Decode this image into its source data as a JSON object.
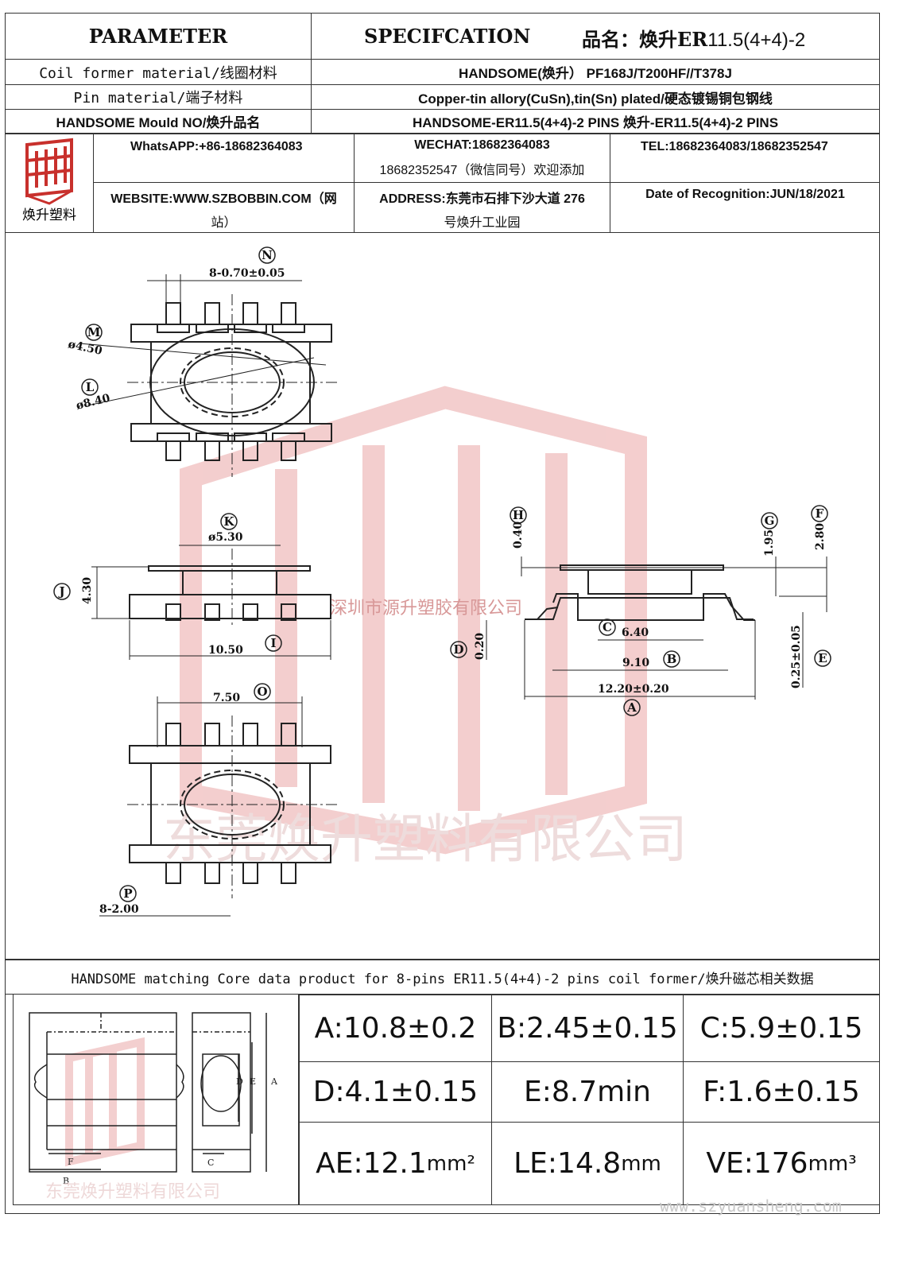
{
  "header": {
    "parameter": "PARAMETER",
    "specification": "SPECIFCATION",
    "product_name_label": "品名：焕升",
    "product_name_er": "ER",
    "product_name_value": "11.5(4+4)-2"
  },
  "spec_rows": [
    {
      "label": "Coil former material/线圈材料",
      "value": "HANDSOME(焕升）  PF168J/T200HF//T378J"
    },
    {
      "label": "Pin material/端子材料",
      "value": "Copper-tin allory(CuSn),tin(Sn) plated/硬态镀锡铜包钢线"
    },
    {
      "label": "HANDSOME Mould NO/焕升品名",
      "value": "HANDSOME-ER11.5(4+4)-2 PINS    焕升-ER11.5(4+4)-2 PINS"
    }
  ],
  "company": {
    "logo_caption": "焕升塑料",
    "whatsapp": "WhatsAPP:+86-18682364083",
    "wechat_1": "WECHAT:18682364083",
    "wechat_2": "18682352547（微信同号）欢迎添加",
    "tel": "TEL:18682364083/18682352547",
    "website_1": "WEBSITE:WWW.SZBOBBIN.COM（网",
    "website_2": "站）",
    "address_1": "ADDRESS:东莞市石排下沙大道 276",
    "address_2": "号焕升工业园",
    "date": "Date of Recognition:JUN/18/2021"
  },
  "drawing": {
    "dims": {
      "n": "8-0.70±0.05",
      "m": "ø4.50",
      "l": "ø8.40",
      "k": "ø5.30",
      "j": "4.30",
      "i": "10.50",
      "o": "7.50",
      "p": "8-2.00",
      "h": "0.40",
      "g": "1.95",
      "f": "2.80",
      "c": "6.40",
      "d": "0.20",
      "b": "9.10",
      "a": "12.20±0.20",
      "e": "0.25±0.05"
    },
    "letters": [
      "N",
      "M",
      "L",
      "K",
      "J",
      "I",
      "O",
      "P",
      "H",
      "G",
      "F",
      "C",
      "D",
      "B",
      "A",
      "E"
    ]
  },
  "watermarks": {
    "center_text": "深圳市源升塑胶有限公司",
    "large_text": "东莞焕升塑料有限公司",
    "small_text": "东莞焕升塑料有限公司",
    "url": "www.szyuansheng.com"
  },
  "core_section": {
    "title": "HANDSOME matching Core data  product for 8-pins ER11.5(4+4)-2 pins coil former/焕升磁芯相关数据",
    "diagram_labels": {
      "a": "A",
      "b": "B",
      "c": "C",
      "d": "D",
      "e": "E",
      "f": "F"
    },
    "values": [
      [
        "A:10.8±0.2",
        "B:2.45±0.15",
        "C:5.9±0.15"
      ],
      [
        "D:4.1±0.15",
        "E:8.7min",
        "F:1.6±0.15"
      ]
    ],
    "ae_label": "AE:12.1",
    "ae_unit": "mm²",
    "le_label": "LE:14.8",
    "le_unit": "mm",
    "ve_label": "VE:176",
    "ve_unit": "mm³"
  },
  "colors": {
    "watermark": "#e9a0a0",
    "logo_red": "#c8302c",
    "line": "#222222"
  }
}
